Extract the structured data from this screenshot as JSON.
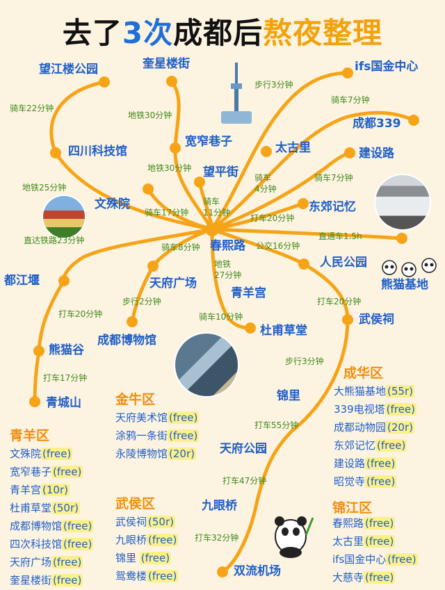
{
  "title": {
    "part1": "去了",
    "part2": "3次",
    "part3": "成都后",
    "part4": "熬夜整理"
  },
  "places": {
    "wangjianglou": "望江楼公园",
    "kuixinglou": "奎星楼街",
    "ifs": "ifs国金中心",
    "chengdu339": "成都339",
    "kuanzhai": "宽窄巷子",
    "sichuankeji": "四川科技馆",
    "taiguli": "太古里",
    "jianshelu": "建设路",
    "wangpingjie": "望平街",
    "wenshuyuan": "文殊院",
    "dongjiao": "东郊记忆",
    "chunxilu": "春熙路",
    "renminpark": "人民公园",
    "pandabase": "熊猫基地",
    "dujiangyan": "都江堰",
    "tianfusquare": "天府广场",
    "qingyanggong": "青羊宫",
    "wuhouci": "武侯祠",
    "dufu": "杜甫草堂",
    "museum": "成都博物馆",
    "xiongmaogu": "熊猫谷",
    "qingchengshan": "青城山",
    "jinli": "锦里",
    "tianfupark": "天府公园",
    "jiuyanqiao": "九眼桥",
    "airport": "双流机场"
  },
  "routes": {
    "r1": "骑车22分钟",
    "r2": "地铁30分钟",
    "r3": "步行3分钟",
    "r4": "骑车7分钟",
    "r5": "地铁30分钟",
    "r6a": "骑车",
    "r6b": "4分钟",
    "r7": "骑车7分钟",
    "r8": "地铁25分钟",
    "r9a": "骑车",
    "r9b": "11分钟",
    "r10": "骑车17分钟",
    "r11": "打车20分钟",
    "r12": "直达铁路23分钟",
    "r13": "直通车1.5h",
    "r14": "骑车8分钟",
    "r15": "公交16分钟",
    "r16a": "地铁",
    "r16b": "27分钟",
    "r17": "步行2分钟",
    "r18": "打车20分钟",
    "r19": "打车20分钟",
    "r20": "骑车10分钟",
    "r21": "步行3分钟",
    "r22": "打车17分钟",
    "r23": "打车55分钟",
    "r24": "打车47分钟",
    "r25": "打车32分钟"
  },
  "districts": {
    "qingyang": {
      "name": "青羊区",
      "items": [
        {
          "name": "文殊院",
          "price": "(free)"
        },
        {
          "name": "宽窄巷子",
          "price": "(free)"
        },
        {
          "name": "青羊宫",
          "price": "(10r)"
        },
        {
          "name": "杜甫草堂",
          "price": "(50r)"
        },
        {
          "name": "成都博物馆",
          "price": "(free)"
        },
        {
          "name": "四次科技馆",
          "price": "(free)"
        },
        {
          "name": "天府广场",
          "price": "(free)"
        },
        {
          "name": "奎星楼街",
          "price": "(free)"
        }
      ]
    },
    "jinniu": {
      "name": "金牛区",
      "items": [
        {
          "name": "天府美术馆",
          "price": "(free)"
        },
        {
          "name": "涂鸦一条街",
          "price": "(free)"
        },
        {
          "name": "永陵博物馆",
          "price": "(20r)"
        }
      ]
    },
    "wuhou": {
      "name": "武侯区",
      "items": [
        {
          "name": "武侯祠",
          "price": "(50r)"
        },
        {
          "name": "九眼桥",
          "price": "(free)"
        },
        {
          "name": "锦里 ",
          "price": "(free)"
        },
        {
          "name": "鸳鸯楼",
          "price": "(free)"
        }
      ]
    },
    "chenghua": {
      "name": "成华区",
      "items": [
        {
          "name": "大熊猫基地",
          "price": "(55r)"
        },
        {
          "name": "339电视塔",
          "price": "(free)"
        },
        {
          "name": "成都动物园",
          "price": "(20r)"
        },
        {
          "name": "东郊记忆",
          "price": "(free)"
        },
        {
          "name": "建设路",
          "price": "(free)"
        },
        {
          "name": "昭觉寺",
          "price": "(free)"
        }
      ]
    },
    "jinjiang": {
      "name": "锦江区",
      "items": [
        {
          "name": "春熙路",
          "price": "(free)"
        },
        {
          "name": "太古里",
          "price": "(free)"
        },
        {
          "name": "ifs国金中心",
          "price": "(free)"
        },
        {
          "name": "大慈寺",
          "price": "(free)"
        }
      ]
    }
  },
  "colors": {
    "route_line": "#f5a418",
    "place_text": "#1e5fc8",
    "route_text": "#3f8a1c",
    "district_head": "#f08d0f",
    "highlight": "#fbf08a"
  },
  "icons": [
    "tv-tower-icon",
    "temple-photo",
    "dongjiao-memory-photo",
    "museum-photo",
    "panda-icon"
  ]
}
